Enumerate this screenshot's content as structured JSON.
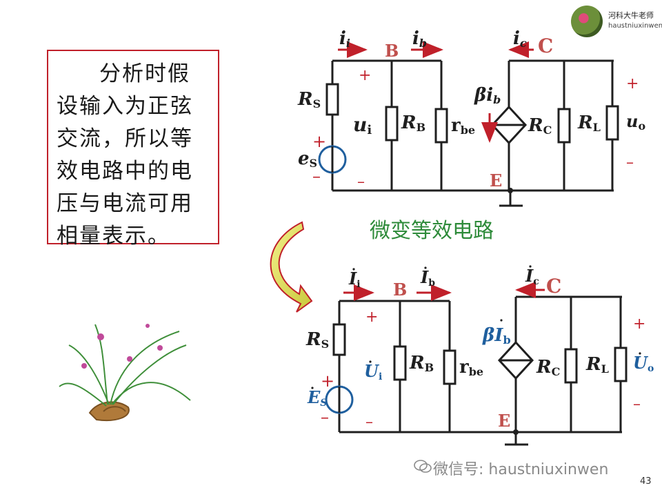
{
  "note": {
    "text": "分析时假设输入为正弦交流，所以等效电路中的电压与电流可用相量表示。"
  },
  "logo": {
    "name": "河科大牛老师",
    "sub": "haustniuxinwen"
  },
  "caption": "微变等效电路",
  "top_circuit": {
    "node_b": "B",
    "node_c": "C",
    "node_e": "E",
    "current_i": "i",
    "current_i_sub": "i",
    "current_b": "i",
    "current_b_sub": "b",
    "current_c": "i",
    "current_c_sub": "c",
    "rs": "R",
    "rs_sub": "S",
    "es": "e",
    "es_sub": "S",
    "ui": "u",
    "ui_sub": "i",
    "rb": "R",
    "rb_sub": "B",
    "rbe": "r",
    "rbe_sub": "be",
    "beta_src": "βi",
    "beta_src_sub": "b",
    "rc": "R",
    "rc_sub": "C",
    "rl": "R",
    "rl_sub": "L",
    "uo": "u",
    "uo_sub": "o",
    "plus": "+",
    "minus": "–"
  },
  "bottom_circuit": {
    "node_b": "B",
    "node_c": "C",
    "node_e": "E",
    "current_i": "I",
    "current_i_sub": "i",
    "current_b": "I",
    "current_b_sub": "b",
    "current_c": "I",
    "current_c_sub": "c",
    "rs": "R",
    "rs_sub": "S",
    "es": "E",
    "es_sub": "S",
    "ui": "U",
    "ui_sub": "i",
    "rb": "R",
    "rb_sub": "B",
    "rbe": "r",
    "rbe_sub": "be",
    "beta_src": "βI",
    "beta_src_sub": "b",
    "rc": "R",
    "rc_sub": "C",
    "rl": "R",
    "rl_sub": "L",
    "uo": "U",
    "uo_sub": "o",
    "plus": "+",
    "minus": "–"
  },
  "footer": {
    "wechat": "微信号: haustniuxinwen",
    "page_number": "43"
  },
  "colors": {
    "wire": "#1f1f1f",
    "frame": "#c0202a",
    "label_red": "#c0202a",
    "node_label": "#c0504d",
    "source_blue": "#1f5f9e",
    "caption_green": "#2e8b3a",
    "arrow_fill": "#d6d64a"
  }
}
